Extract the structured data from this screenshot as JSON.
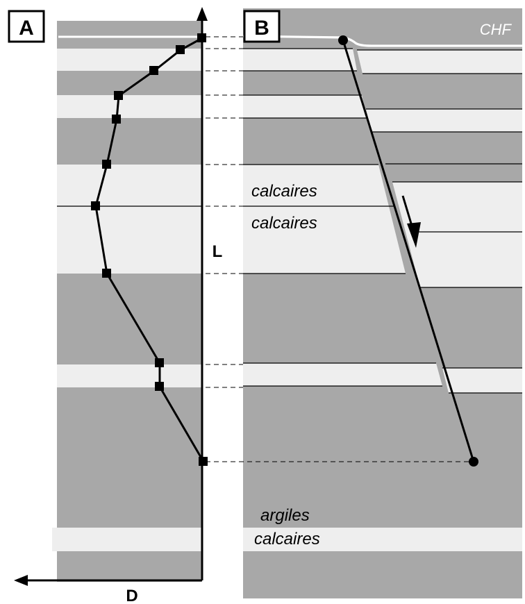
{
  "panels": {
    "a_label": "A",
    "b_label": "B"
  },
  "axes": {
    "vertical_label": "L",
    "horizontal_label": "D"
  },
  "fault": {
    "label": "CHF"
  },
  "lithology_labels": {
    "upper_1": "calcaires",
    "upper_2": "calcaires",
    "lower_argiles": "argiles",
    "lower_calcaires": "calcaires"
  },
  "colors": {
    "clay_grey": "#a8a8a8",
    "limestone_light": "#eeeeee",
    "line": "#000000",
    "fault_trace_white": "#ffffff"
  }
}
